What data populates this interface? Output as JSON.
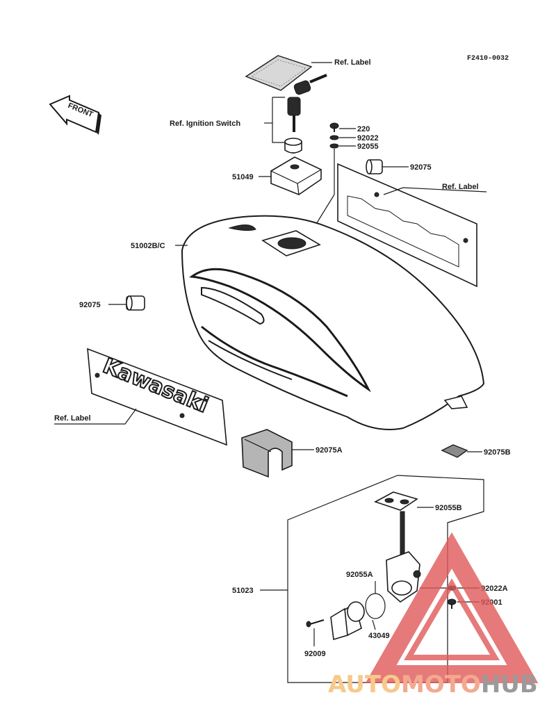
{
  "drawing_code": "F2410-0032",
  "front_label": "FRONT",
  "brand_emblem": "Kawasaki",
  "callouts": {
    "ref_label_top": "Ref. Label",
    "ref_ignition_switch": "Ref. Ignition Switch",
    "p220": "220",
    "p92022": "92022",
    "p92055": "92055",
    "p92075_top": "92075",
    "p51049": "51049",
    "ref_label_right": "Ref. Label",
    "p51002": "51002B/C",
    "p92075_left": "92075",
    "ref_label_left": "Ref. Label",
    "p92075A": "92075A",
    "p92075B": "92075B",
    "p92055B": "92055B",
    "p51023": "51023",
    "p92055A": "92055A",
    "p92022A": "92022A",
    "p92001": "92001",
    "p43049": "43049",
    "p92009": "92009"
  },
  "watermark": {
    "part1": "AUTO",
    "part2": "MOTO",
    "part3": "HUB"
  },
  "colors": {
    "ink": "#1a1a1a",
    "watermark_red": "#e05a5a",
    "watermark_orange": "#f7c98a",
    "watermark_gray": "#9a9a9a"
  }
}
